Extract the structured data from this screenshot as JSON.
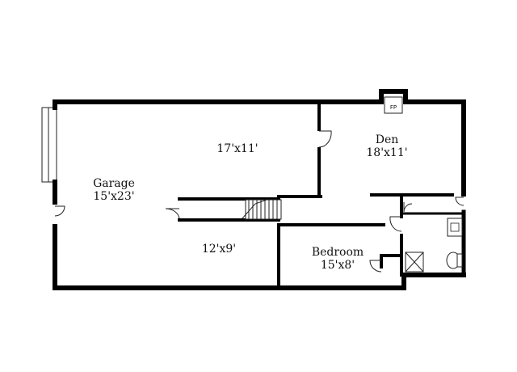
{
  "rooms": {
    "garage": {
      "name": "Garage",
      "size": "15'x23'"
    },
    "upper_room": {
      "size": "17'x11'"
    },
    "den": {
      "name": "Den",
      "size": "18'x11'"
    },
    "lower_room": {
      "size": "12'x9'"
    },
    "bedroom": {
      "name": "Bedroom",
      "size": "15'x8'"
    }
  },
  "fixtures": {
    "fireplace": "FP"
  }
}
